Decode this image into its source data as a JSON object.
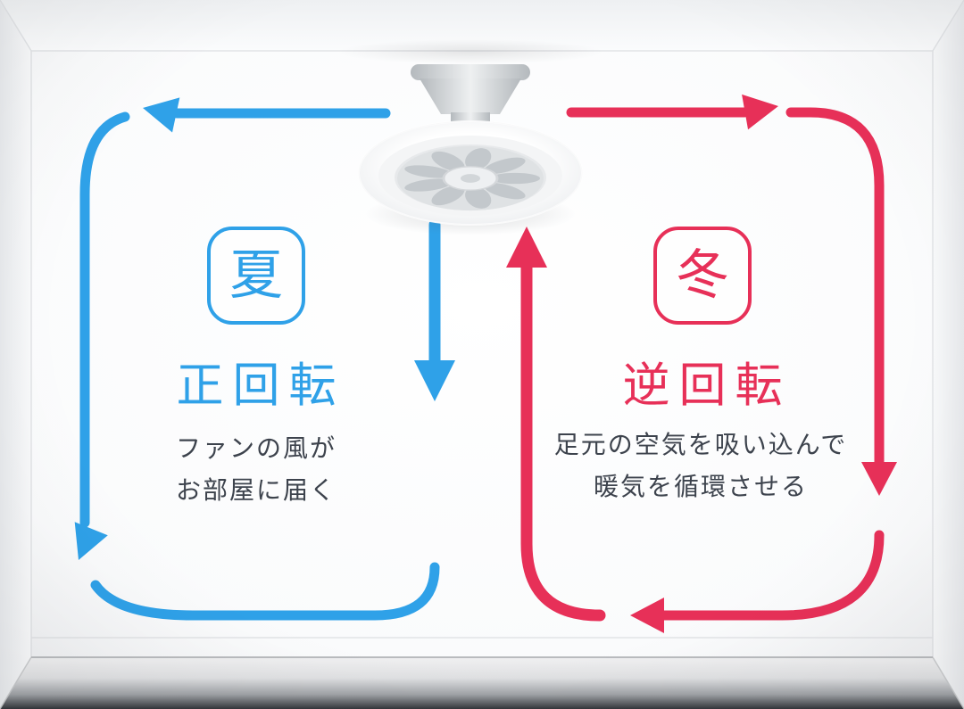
{
  "summer": {
    "badge": "夏",
    "title": "正回転",
    "desc": [
      "ファンの風が",
      "お部屋に届く"
    ]
  },
  "winter": {
    "badge": "冬",
    "title": "逆回転",
    "desc": [
      "足元の空気を吸い込んで",
      "暖気を循環させる"
    ]
  },
  "icons": {
    "fan": "ceiling-fan-light",
    "summer_flow": "airflow-loop-downward",
    "winter_flow": "airflow-loop-upward"
  },
  "colors": {
    "blue": "#2fa1e8",
    "red": "#e73058",
    "text": "#3d434d"
  }
}
